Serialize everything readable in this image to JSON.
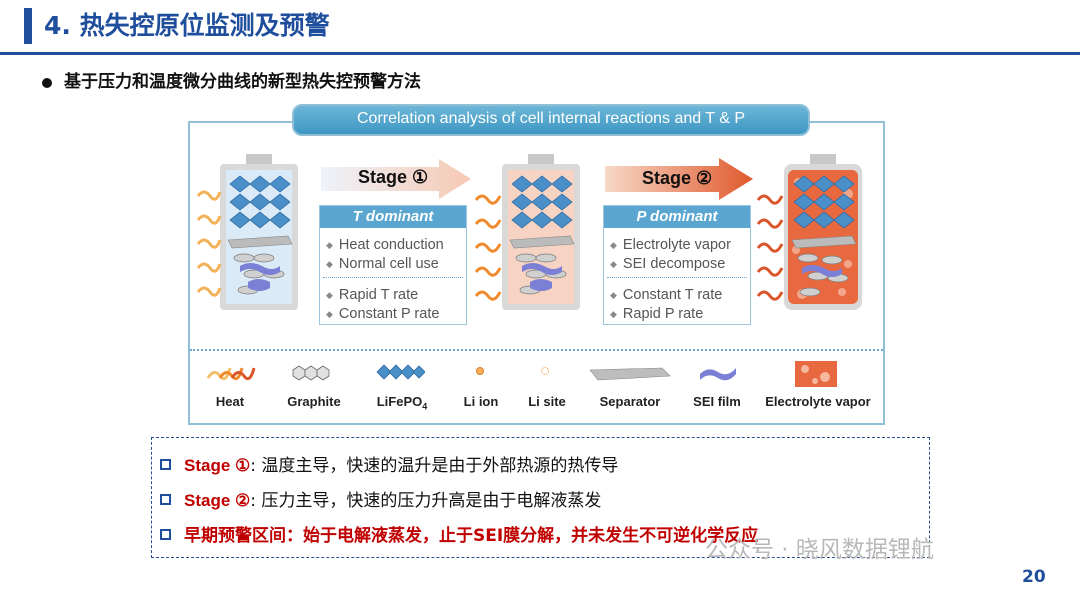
{
  "slide": {
    "title": "4. 热失控原位监测及预警",
    "subtitle": "基于压力和温度微分曲线的新型热失控预警方法",
    "page_number": "20",
    "watermark": "公众号 · 晓风数据锂航"
  },
  "figure": {
    "header": "Correlation analysis of cell internal reactions and T & P",
    "stage1": {
      "label": "Stage ①",
      "box_title": "T dominant",
      "group1": [
        "Heat conduction",
        "Normal cell use"
      ],
      "group2": [
        "Rapid T rate",
        "Constant P rate"
      ]
    },
    "stage2": {
      "label": "Stage ②",
      "box_title": "P dominant",
      "group1": [
        "Electrolyte vapor",
        "SEI decompose"
      ],
      "group2": [
        "Constant T rate",
        "Rapid P rate"
      ]
    },
    "legend": {
      "heat": "Heat",
      "graphite": "Graphite",
      "lifepo4_main": "LiFePO",
      "lifepo4_sub": "4",
      "li_ion": "Li ion",
      "li_site": "Li site",
      "separator": "Separator",
      "sei_film": "SEI film",
      "electrolyte_vapor": "Electrolyte vapor"
    }
  },
  "notes": {
    "stage1_label": "Stage ①",
    "stage1_text": ": 温度主导，快速的温升是由于外部热源的热传导",
    "stage2_label": "Stage ②",
    "stage2_text": ": 压力主导，快速的压力升高是由于电解液蒸发",
    "warning": "早期预警区间：始于电解液蒸发，止于SEI膜分解，并未发生不可逆化学反应"
  },
  "colors": {
    "brand_blue": "#1f4e9c",
    "warning_red": "#c00000",
    "frame_blue": "#8fc0d8"
  }
}
